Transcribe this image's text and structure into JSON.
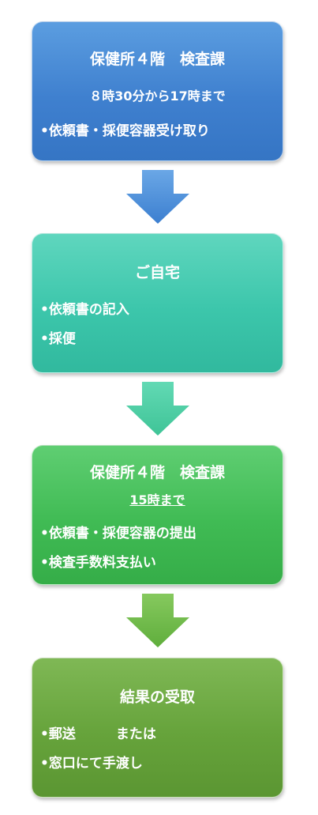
{
  "steps": [
    {
      "title": "保健所４階　検査課",
      "subtitle": "８時30分から17時まで",
      "items": [
        "•依頼書・採便容器受け取り"
      ]
    },
    {
      "title": "ご自宅",
      "items": [
        "•依頼書の記入",
        "•採便"
      ]
    },
    {
      "title": "保健所４階　検査課",
      "subtitle": "15時まで",
      "items": [
        "•依頼書・採便容器の提出",
        "•検査手数料支払い"
      ]
    },
    {
      "title": "結果の受取",
      "items": [
        "•郵送　　　または",
        "•窓口にて手渡し"
      ]
    }
  ],
  "colors": {
    "step1": "#3f80cf",
    "step2": "#3cc6ab",
    "step3": "#40bb54",
    "step4": "#66a33b",
    "arrow1": "#4f8fd8",
    "arrow2": "#4ccfa6",
    "arrow3": "#6cc052"
  }
}
